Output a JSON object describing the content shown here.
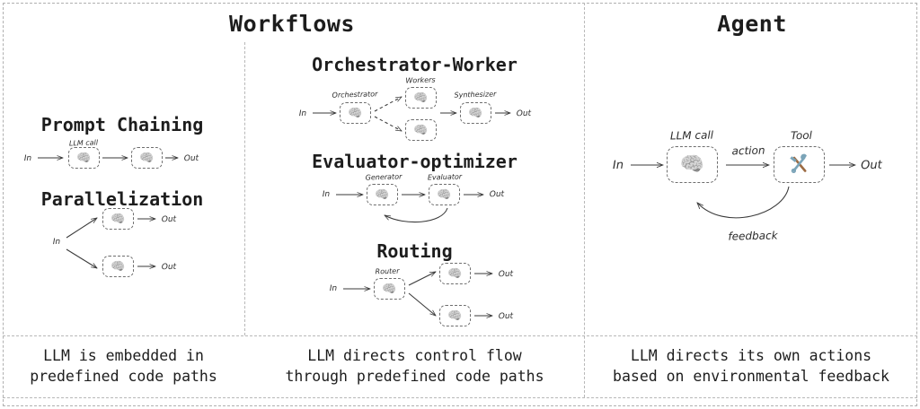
{
  "headers": {
    "workflows": "Workflows",
    "agent": "Agent"
  },
  "icons": {
    "brain": "brain-icon",
    "tool": "hammer-and-wrench-icon"
  },
  "colors": {
    "ink": "#1d1d1d",
    "wire": "#3a3a3a",
    "dashed_border": "#6e6e6e",
    "frame": "#b0b0b0",
    "tool_wrench": "#7ba4b8",
    "tool_handle": "#9c6b43"
  },
  "workflows": {
    "prompt_chaining": {
      "title": "Prompt Chaining",
      "in_label": "In",
      "out_label": "Out",
      "node_label": "LLM call",
      "nodes": [
        "brain-icon",
        "brain-icon"
      ]
    },
    "parallelization": {
      "title": "Parallelization",
      "in_label": "In",
      "out_labels": [
        "Out",
        "Out"
      ],
      "nodes": [
        "brain-icon",
        "brain-icon"
      ]
    },
    "orchestrator_worker": {
      "title": "Orchestrator-Worker",
      "in_label": "In",
      "out_label": "Out",
      "orchestrator_label": "Orchestrator",
      "workers_label": "Workers",
      "synthesizer_label": "Synthesizer",
      "worker_count": 2
    },
    "evaluator_optimizer": {
      "title": "Evaluator-optimizer",
      "in_label": "In",
      "out_label": "Out",
      "generator_label": "Generator",
      "evaluator_label": "Evaluator"
    },
    "routing": {
      "title": "Routing",
      "in_label": "In",
      "router_label": "Router",
      "out_labels": [
        "Out",
        "Out"
      ]
    }
  },
  "agent": {
    "in_label": "In",
    "out_label": "Out",
    "llm_label": "LLM call",
    "tool_label": "Tool",
    "action_label": "action",
    "feedback_label": "feedback"
  },
  "captions": {
    "workflows_left": {
      "line1": "LLM is embedded in",
      "line2": "predefined code paths"
    },
    "workflows_right": {
      "line1": "LLM directs control flow",
      "line2": "through predefined code paths"
    },
    "agent": {
      "line1": "LLM directs its own actions",
      "line2": "based on environmental feedback"
    }
  }
}
